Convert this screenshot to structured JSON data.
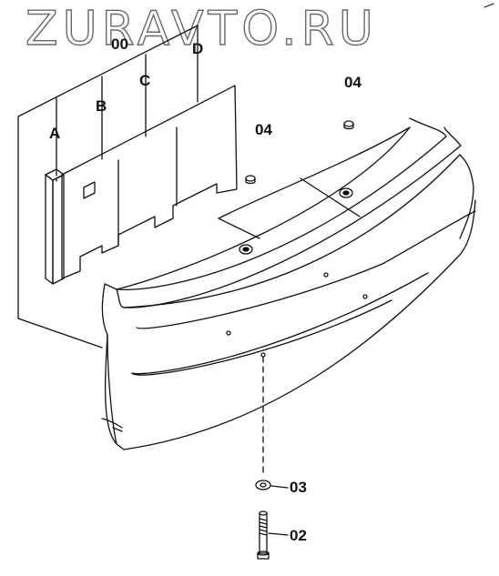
{
  "watermark": "ZURAVTO.RU",
  "labels": {
    "code_00": "00",
    "a": "A",
    "b": "B",
    "c": "C",
    "d": "D",
    "part_04_top": "04",
    "part_04_mid": "04",
    "part_03": "03",
    "part_02": "02"
  },
  "colors": {
    "line": "#111111",
    "watermark_outline": "#6a6a6a"
  }
}
